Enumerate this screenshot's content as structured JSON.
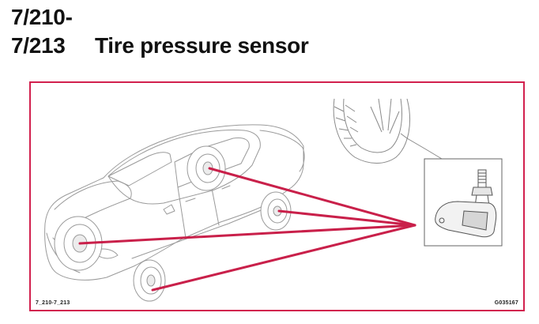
{
  "heading": {
    "code_line_1": "7/210-",
    "code_line_2": "7/213",
    "title": "Tire pressure sensor"
  },
  "figure": {
    "caption_left": "7_210-7_213",
    "caption_right": "G035167",
    "frame_color": "#d2204e",
    "pointer_color": "#c9204a",
    "drawing_color": "#9a9a9a"
  }
}
